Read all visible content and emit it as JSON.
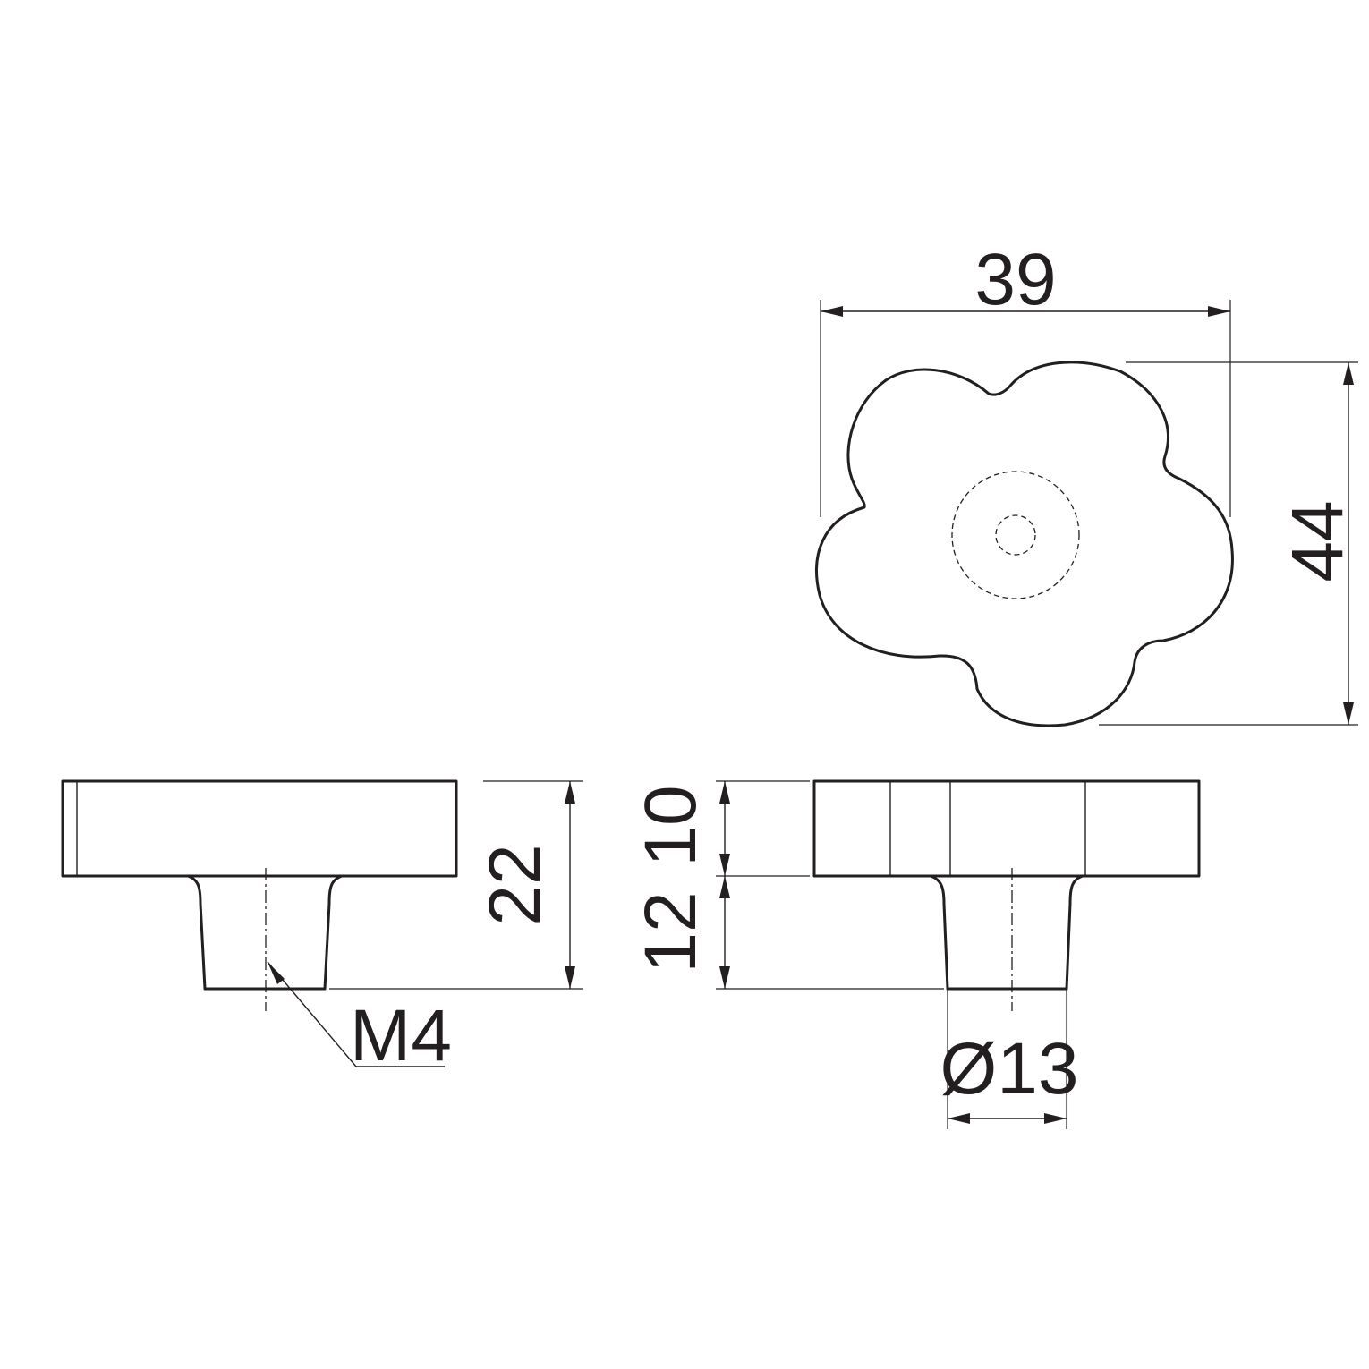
{
  "dimensions": {
    "width_top": "39",
    "height_top": "44",
    "total_height": "22",
    "head_height": "10",
    "shank_height": "12",
    "shank_diameter": "Ø13",
    "thread": "M4"
  },
  "colors": {
    "line": "#231f20",
    "background": "#ffffff"
  }
}
